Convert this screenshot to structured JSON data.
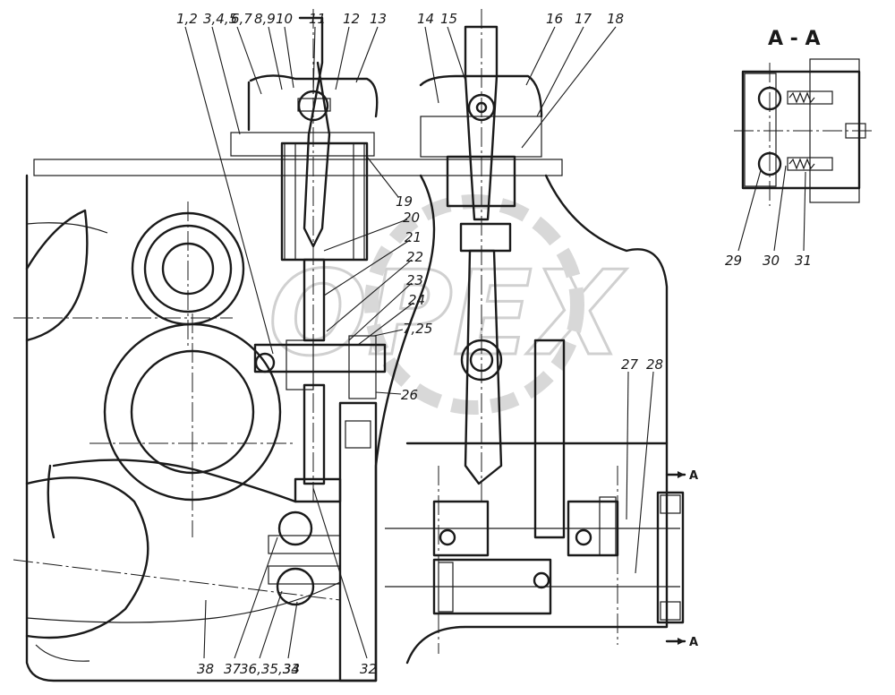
{
  "section_title": "A - A",
  "section_arrow_label": "A",
  "watermark_text": "OPEX",
  "colors": {
    "ink": "#1a1a1a",
    "paper": "#ffffff",
    "watermark": "#bdbdbd"
  },
  "callouts_top": [
    "1,2",
    "3,4,5",
    "6,7",
    "8,9",
    "10",
    "11",
    "12",
    "13",
    "14",
    "15",
    "16",
    "17",
    "18"
  ],
  "callouts_side": [
    "19",
    "20",
    "21",
    "22",
    "23",
    "24",
    "7,25",
    "26",
    "27",
    "28"
  ],
  "callouts_section": [
    "29",
    "30",
    "31"
  ],
  "callouts_bottom": [
    "38",
    "37",
    "36,35,34",
    "33",
    "32"
  ]
}
